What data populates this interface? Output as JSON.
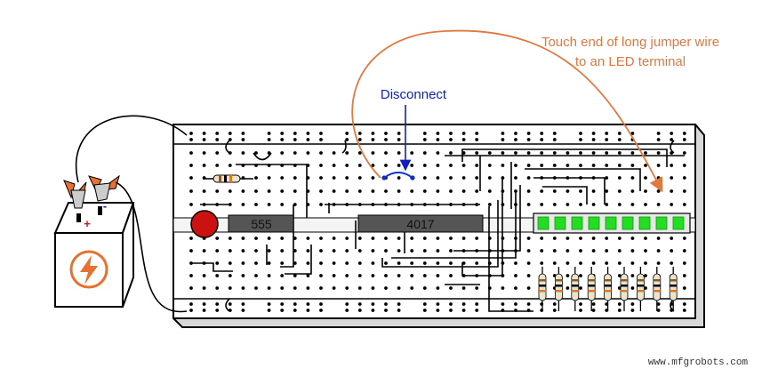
{
  "annotations": {
    "touch_line1": "Touch end of long jumper wire",
    "touch_line2": "to an LED terminal",
    "disconnect": "Disconnect"
  },
  "chips": {
    "timer": "555",
    "counter": "4017"
  },
  "battery": {
    "plus": "+",
    "minus": "-"
  },
  "watermark": "www.mfgrobots.com",
  "led_bar": {
    "count": 9,
    "lit_color": "#22dd22"
  },
  "colors": {
    "annotation_orange": "#e07840",
    "annotation_blue": "#1020c0",
    "battery_bolt": "#e87030",
    "chip_body": "#555555",
    "led_round_red": "#cc1111",
    "jumper_blue": "#1030c0"
  }
}
